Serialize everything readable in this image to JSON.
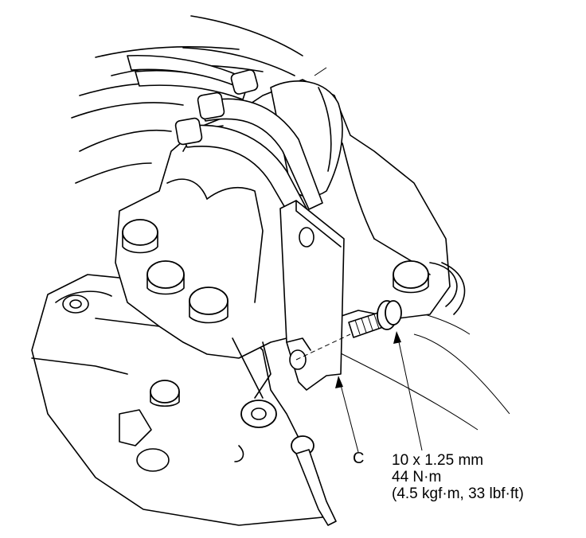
{
  "callouts": {
    "part_letter": "C"
  },
  "fastener_spec": {
    "size": "10 x 1.25 mm",
    "torque_nm": "44 N·m",
    "torque_alt": "(4.5 kgf·m, 33 lbf·ft)"
  }
}
